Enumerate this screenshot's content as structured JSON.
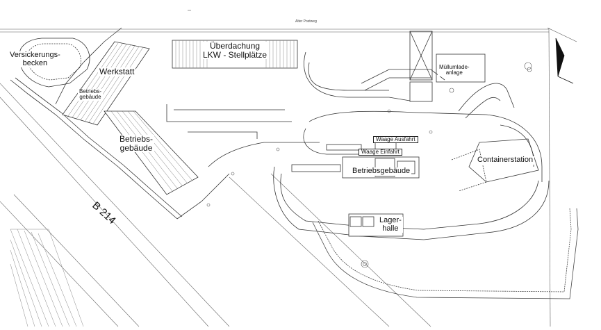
{
  "plan": {
    "street_top": "Alter Postweg",
    "road_label": "B 214",
    "labels": {
      "versickerungsbecken": "Versickerungs-\nbecken",
      "werkstatt": "Werkstatt",
      "betriebsgebaeude_small": "Betriebs-\ngebäude",
      "betriebsgebaeude_left": "Betriebs-\ngebäude",
      "ueberdachung": "Überdachung\nLKW - Stellplätze",
      "muellumladeanlage": "Müllumlade-\nanlage",
      "waage_ausfahrt": "Waage Ausfahrt",
      "waage_einfahrt": "Waage Einfahrt",
      "betriebsgebaeude_center": "Betriebsgebäude",
      "containerstation": "Containerstation",
      "lagerhalle": "Lager-\nhalle"
    },
    "colors": {
      "line": "#333333",
      "thin_line": "#666666",
      "label_bg": "#ffffff"
    }
  }
}
